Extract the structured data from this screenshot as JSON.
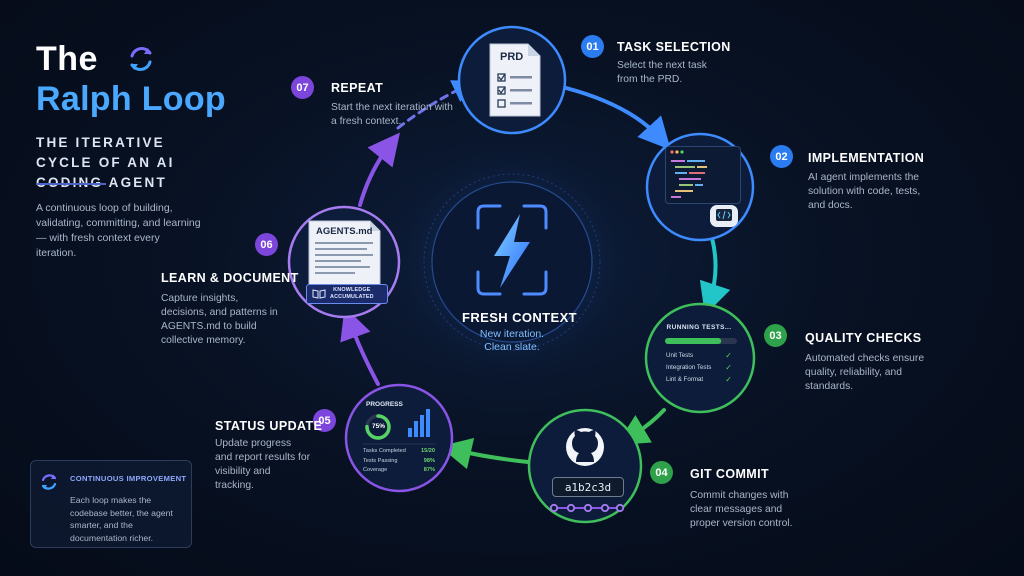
{
  "title": {
    "line1": "The",
    "line2": "Ralph Loop"
  },
  "subtitle": "THE ITERATIVE CYCLE OF AN AI CODING AGENT",
  "intro": "A continuous loop of building, validating, committing, and learning— with fresh context every iteration.",
  "center": {
    "title": "FRESH CONTEXT",
    "line1": "New iteration.",
    "line2": "Clean slate."
  },
  "steps": [
    {
      "num": "01",
      "title": "TASK SELECTION",
      "desc": "Select the next task from the PRD."
    },
    {
      "num": "02",
      "title": "IMPLEMENTATION",
      "desc": "AI agent implements the solution with code, tests, and docs."
    },
    {
      "num": "03",
      "title": "QUALITY CHECKS",
      "desc": "Automated checks ensure quality, reliability, and standards."
    },
    {
      "num": "04",
      "title": "GIT COMMIT",
      "desc": "Commit changes with clear messages and proper version control."
    },
    {
      "num": "05",
      "title": "STATUS UPDATE",
      "desc": "Update progress and report results for visibility and tracking."
    },
    {
      "num": "06",
      "title": "LEARN & DOCUMENT",
      "desc": "Capture insights, decisions, and patterns in AGENTS.md to build collective memory."
    },
    {
      "num": "07",
      "title": "REPEAT",
      "desc": "Start the next iteration with a fresh context."
    }
  ],
  "prd": {
    "label": "PRD"
  },
  "tests": {
    "title": "RUNNING TESTS...",
    "progress_fraction": 0.78,
    "rows": [
      "Unit Tests",
      "Integration Tests",
      "Lint & Format"
    ]
  },
  "commit": {
    "hash": "a1b2c3d"
  },
  "progress": {
    "label": "PROGRESS",
    "percent": "75%",
    "percent_value": 0.75,
    "rows": [
      {
        "label": "Tasks Completed",
        "value": "15/20"
      },
      {
        "label": "Tests Passing",
        "value": "98%"
      },
      {
        "label": "Coverage",
        "value": "87%"
      }
    ]
  },
  "agents_doc": {
    "title": "AGENTS.md",
    "badge_line1": "KNOWLEDGE",
    "badge_line2": "ACCUMULATED"
  },
  "continuous": {
    "title": "CONTINUOUS IMPROVEMENT",
    "desc": "Each loop makes the codebase better, the agent smarter, and the documentation richer."
  },
  "colors": {
    "blue": "#3d8bff",
    "cyan": "#22c5c8",
    "green": "#3fbf5c",
    "purple": "#8a55e6",
    "step_num_blue": "#2b7cf0",
    "step_num_green": "#2ea14a",
    "step_num_purple": "#7c45dc"
  }
}
